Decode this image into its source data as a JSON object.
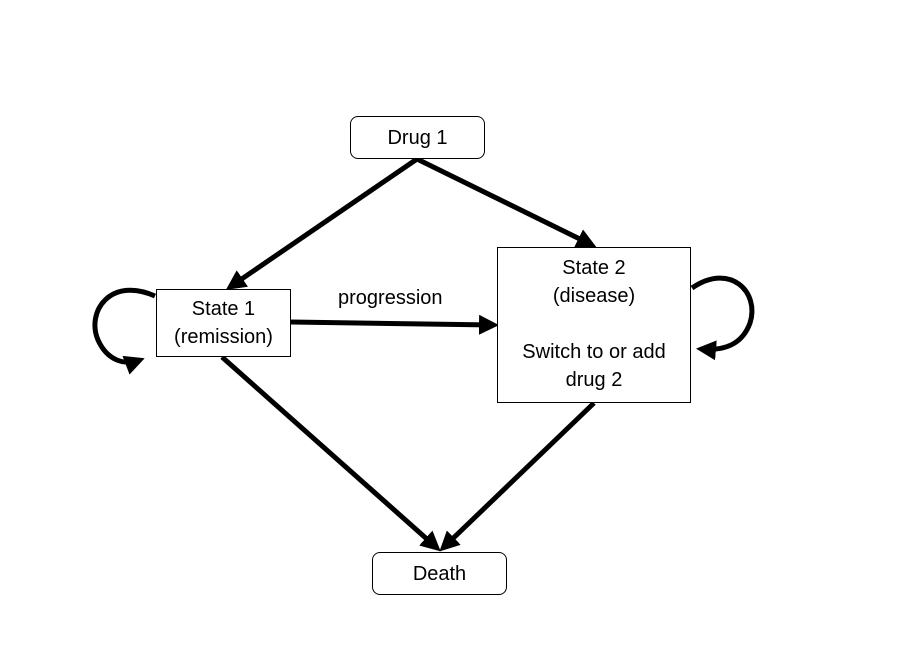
{
  "nodes": {
    "drug1": {
      "label": "Drug 1"
    },
    "state1": {
      "line1": "State 1",
      "line2": "(remission)"
    },
    "state2": {
      "line1": "State 2",
      "line2": "(disease)",
      "line3": "Switch to or add",
      "line4": "drug 2"
    },
    "death": {
      "label": "Death"
    }
  },
  "edges": {
    "progression_label": "progression"
  },
  "colors": {
    "stroke": "#000000",
    "background": "#ffffff"
  }
}
